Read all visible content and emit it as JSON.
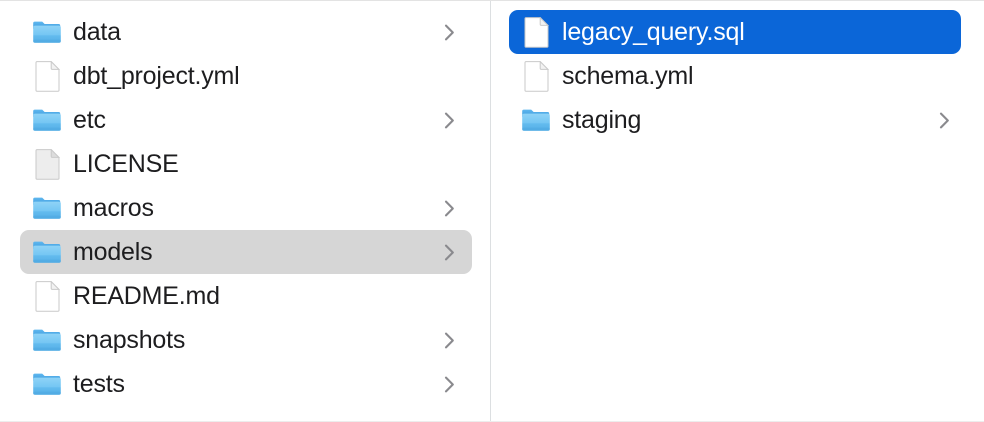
{
  "window": {
    "view_mode": "column",
    "accent_selection_color": "#0b66d8",
    "inactive_selection_color": "#d6d6d6",
    "text_color": "#1d1d1f",
    "divider_color": "#dcdfe1"
  },
  "columns": [
    {
      "name": "parent-column",
      "items": [
        {
          "label": "data",
          "kind": "folder",
          "has_chevron": true,
          "selected": false,
          "selection": "none"
        },
        {
          "label": "dbt_project.yml",
          "kind": "document",
          "has_chevron": false,
          "selected": false,
          "selection": "none"
        },
        {
          "label": "etc",
          "kind": "folder",
          "has_chevron": true,
          "selected": false,
          "selection": "none"
        },
        {
          "label": "LICENSE",
          "kind": "document-plain",
          "has_chevron": false,
          "selected": false,
          "selection": "none"
        },
        {
          "label": "macros",
          "kind": "folder",
          "has_chevron": true,
          "selected": false,
          "selection": "none"
        },
        {
          "label": "models",
          "kind": "folder",
          "has_chevron": true,
          "selected": true,
          "selection": "gray"
        },
        {
          "label": "README.md",
          "kind": "document",
          "has_chevron": false,
          "selected": false,
          "selection": "none"
        },
        {
          "label": "snapshots",
          "kind": "folder",
          "has_chevron": true,
          "selected": false,
          "selection": "none"
        },
        {
          "label": "tests",
          "kind": "folder",
          "has_chevron": true,
          "selected": false,
          "selection": "none"
        }
      ]
    },
    {
      "name": "child-column",
      "items": [
        {
          "label": "legacy_query.sql",
          "kind": "document",
          "has_chevron": false,
          "selected": true,
          "selection": "blue"
        },
        {
          "label": "schema.yml",
          "kind": "document",
          "has_chevron": false,
          "selected": false,
          "selection": "none"
        },
        {
          "label": "staging",
          "kind": "folder",
          "has_chevron": true,
          "selected": false,
          "selection": "none"
        }
      ]
    }
  ],
  "icons": {
    "folder": "folder-icon",
    "document": "document-icon",
    "document-plain": "document-plain-icon",
    "chevron": "chevron-right-icon"
  }
}
